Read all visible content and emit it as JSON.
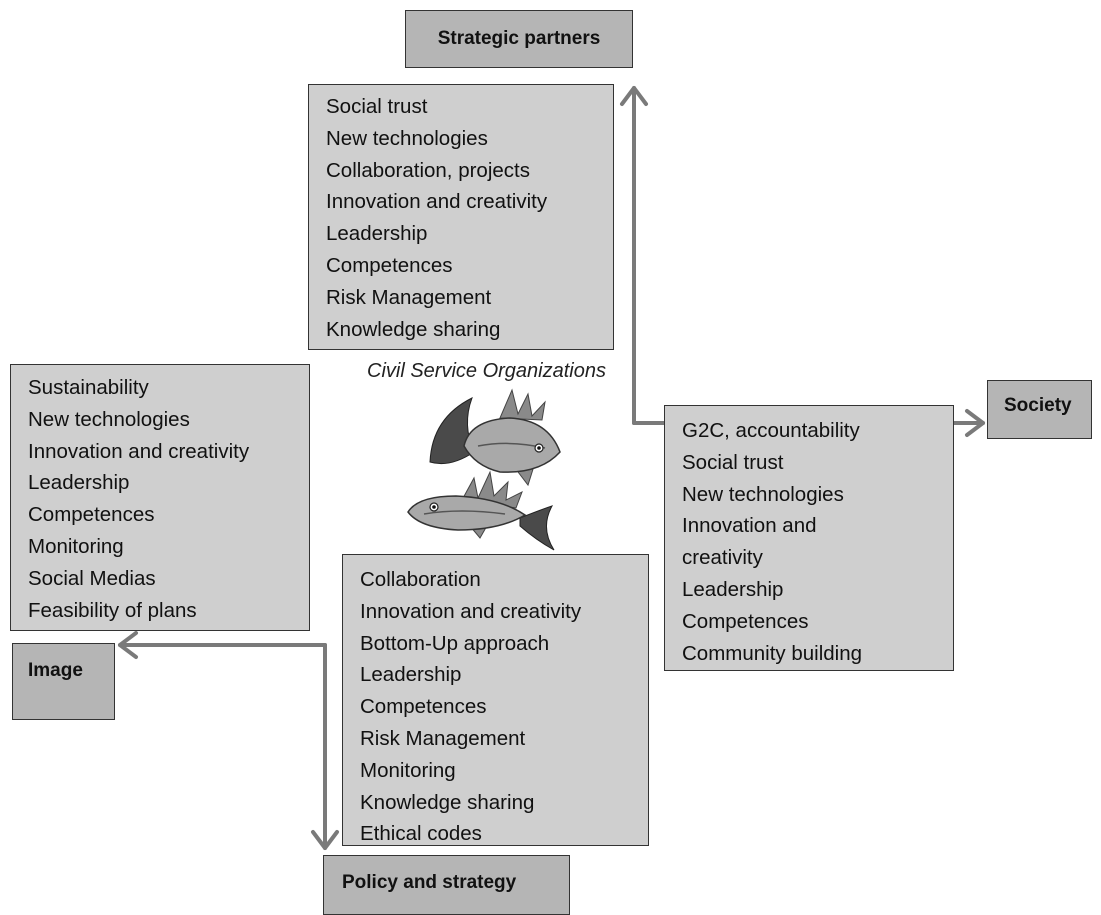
{
  "diagram": {
    "center_label": "Civil Service Organizations",
    "nodes": {
      "strategic_partners": {
        "title": "Strategic partners",
        "items": [
          "Social trust",
          "New technologies",
          "Collaboration, projects",
          "Innovation and creativity",
          "Leadership",
          "Competences",
          "Risk Management",
          "Knowledge sharing"
        ]
      },
      "society": {
        "title": "Society",
        "items": [
          "G2C, accountability",
          "Social trust",
          "New technologies",
          "Innovation and",
          "creativity",
          "Leadership",
          "Competences",
          "Community building"
        ]
      },
      "image": {
        "title": "Image",
        "items": [
          "Sustainability",
          "New technologies",
          "Innovation and creativity",
          "Leadership",
          "Competences",
          "Monitoring",
          "Social Medias",
          "Feasibility of plans"
        ]
      },
      "policy_and_strategy": {
        "title": "Policy and strategy",
        "items": [
          "Collaboration",
          "Innovation and creativity",
          "Bottom-Up approach",
          "Leadership",
          "Competences",
          "Risk Management",
          "Monitoring",
          "Knowledge sharing",
          "Ethical codes"
        ]
      }
    },
    "colors": {
      "title_fill": "#b5b5b5",
      "list_fill": "#cfcfcf",
      "border": "#333333",
      "arrow": "#7a7a7a"
    }
  }
}
